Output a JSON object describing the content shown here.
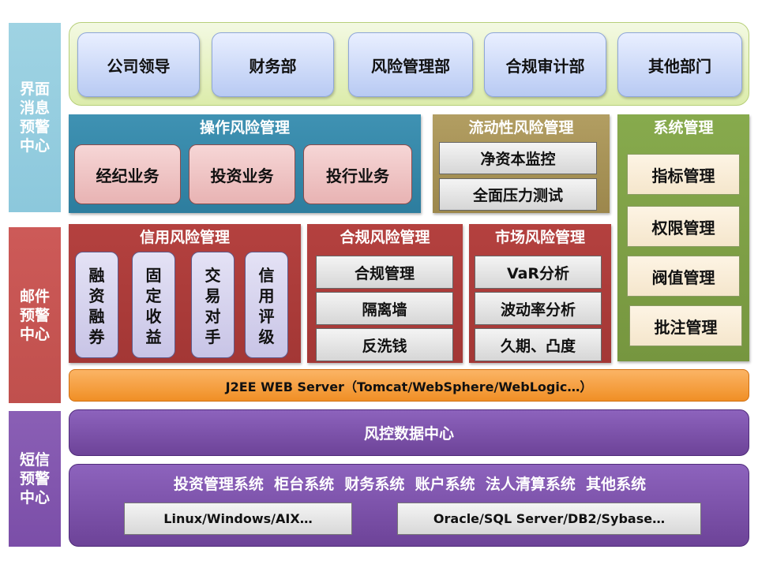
{
  "side_labels": {
    "ui_alert": "界面\n消息\n预警\n中心",
    "mail_alert": "邮件\n预警\n中心",
    "sms_alert": "短信\n预警\n中心"
  },
  "departments": [
    "公司领导",
    "财务部",
    "风险管理部",
    "合规审计部",
    "其他部门"
  ],
  "operational_risk": {
    "title": "操作风险管理",
    "items": [
      "经纪业务",
      "投资业务",
      "投行业务"
    ]
  },
  "liquidity_risk": {
    "title": "流动性风险管理",
    "items": [
      "净资本监控",
      "全面压力测试"
    ]
  },
  "system_mgmt": {
    "title": "系统管理",
    "items": [
      "指标管理",
      "权限管理",
      "阀值管理",
      "批注管理"
    ]
  },
  "credit_risk": {
    "title": "信用风险管理",
    "items": [
      "融\n资\n融\n券",
      "固\n定\n收\n益",
      "交\n易\n对\n手",
      "信\n用\n评\n级"
    ]
  },
  "compliance_risk": {
    "title": "合规风险管理",
    "items": [
      "合规管理",
      "隔离墙",
      "反洗钱"
    ]
  },
  "market_risk": {
    "title": "市场风险管理",
    "items": [
      "VaR分析",
      "波动率分析",
      "久期、凸度"
    ]
  },
  "server_bar": "J2EE WEB Server（Tomcat/WebSphere/WebLogic…）",
  "data_center": "风控数据中心",
  "source_systems": "投资管理系统  柜台系统  财务系统  账户系统  法人清算系统  其他系统",
  "platforms": {
    "os": "Linux/Windows/AIX…",
    "db": "Oracle/SQL Server/DB2/Sybase…"
  }
}
